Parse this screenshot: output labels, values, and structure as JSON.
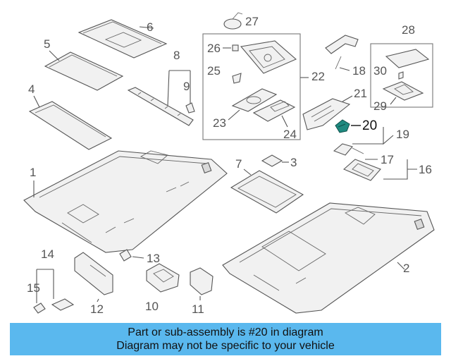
{
  "diagram": {
    "highlighted_part": "20",
    "callouts": {
      "c1": "1",
      "c2": "2",
      "c3": "3",
      "c4": "4",
      "c5": "5",
      "c6": "6",
      "c7": "7",
      "c8": "8",
      "c9": "9",
      "c10": "10",
      "c11": "11",
      "c12": "12",
      "c13": "13",
      "c14": "14",
      "c15": "15",
      "c16": "16",
      "c17": "17",
      "c18": "18",
      "c19": "19",
      "c20": "20",
      "c21": "21",
      "c22": "22",
      "c23": "23",
      "c24": "24",
      "c25": "25",
      "c26": "26",
      "c27": "27",
      "c28": "28",
      "c29": "29",
      "c30": "30"
    },
    "colors": {
      "highlight": "#1f8a80",
      "banner": "#5ab8ee"
    }
  },
  "banner": {
    "line1": "Part or sub-assembly is #20 in diagram",
    "line2": "Diagram may not be specific to your vehicle"
  }
}
